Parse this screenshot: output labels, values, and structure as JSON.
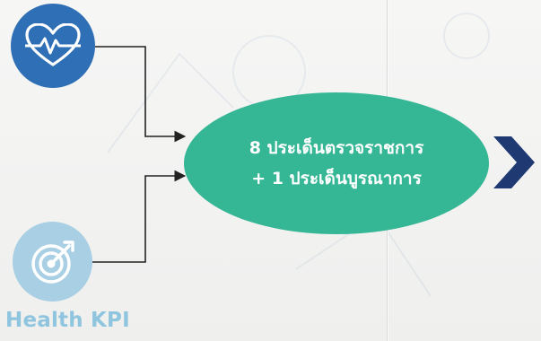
{
  "diagram": {
    "inputs": [
      {
        "icon": "heart-pulse-icon",
        "color": "#2f6fb6"
      },
      {
        "icon": "target-arrow-icon",
        "color": "#a8cfe3",
        "label": "Health KPI"
      }
    ],
    "center": {
      "line1": "8 ประเด็นตรวจราชการ",
      "line2": "+ 1 ประเด็นบูรณาการ",
      "color": "#35b695"
    },
    "arrow": {
      "icon": "chevron-right-icon",
      "color": "#1f3a73"
    },
    "connector_color": "#222222"
  }
}
